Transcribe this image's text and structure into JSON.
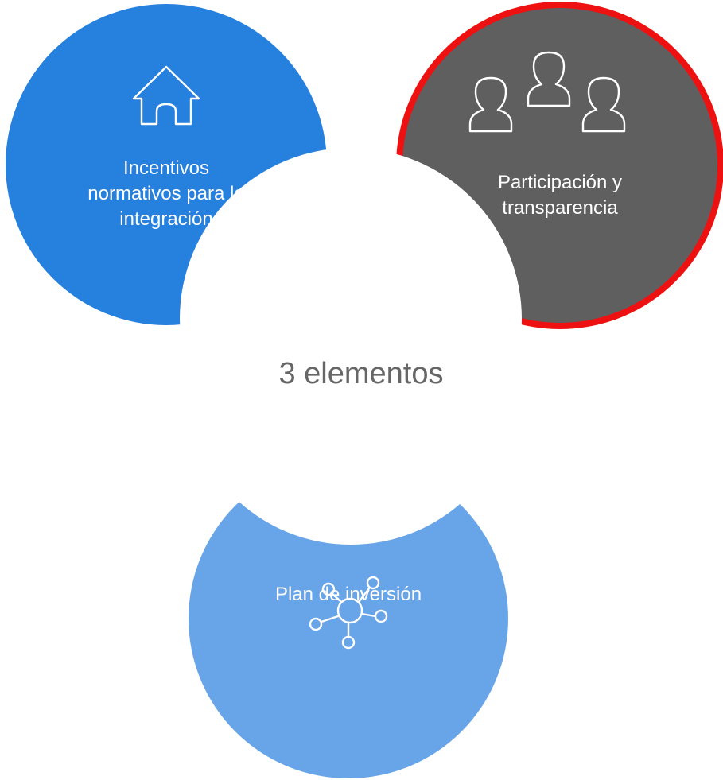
{
  "center_title": "3 elementos",
  "nodes": [
    {
      "label": "Incentivos\nnormativos para la\nintegración",
      "icon": "home-icon",
      "color": "#2680de"
    },
    {
      "label": "Participación y\ntransparencia",
      "icon": "users-icon",
      "color": "#5f5f5f",
      "border_color": "#ee1111"
    },
    {
      "label": "Plan de inversión",
      "icon": "network-icon",
      "color": "#68a4e8"
    }
  ]
}
